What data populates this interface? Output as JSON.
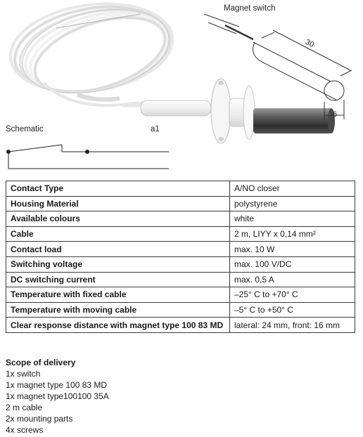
{
  "figure": {
    "magnet_label": "Magnet switch",
    "schematic_label": "Schematic",
    "a1_label": "a1",
    "dim_length": "30",
    "dim_diameter": "6"
  },
  "specs": [
    {
      "key": "Contact Type",
      "value": "A/NO closer"
    },
    {
      "key": "Housing Material",
      "value": "polystyrene"
    },
    {
      "key": "Available colours",
      "value": "white"
    },
    {
      "key": "Cable",
      "value": "2 m, LIYY x 0,14 mm²"
    },
    {
      "key": "Contact load",
      "value": "max. 10 W"
    },
    {
      "key": "Switching voltage",
      "value": "max. 100 V/DC"
    },
    {
      "key": "DC switching current",
      "value": "max. 0,5 A"
    },
    {
      "key": "Temperature with fixed cable",
      "value": "–25° C to +70° C"
    },
    {
      "key": "Temperature with moving cable",
      "value": "–5° C to +50° C"
    },
    {
      "key": "Clear response distance with magnet type 100 83 MD",
      "value": "lateral: 24 mm, front: 16 mm"
    }
  ],
  "scope": {
    "title": "Scope of delivery",
    "items": [
      "1x switch",
      "1x magnet type 100 83 MD",
      "1x magnet type100100 35A",
      "2 m cable",
      "2x mounting parts",
      "4x screws"
    ]
  }
}
